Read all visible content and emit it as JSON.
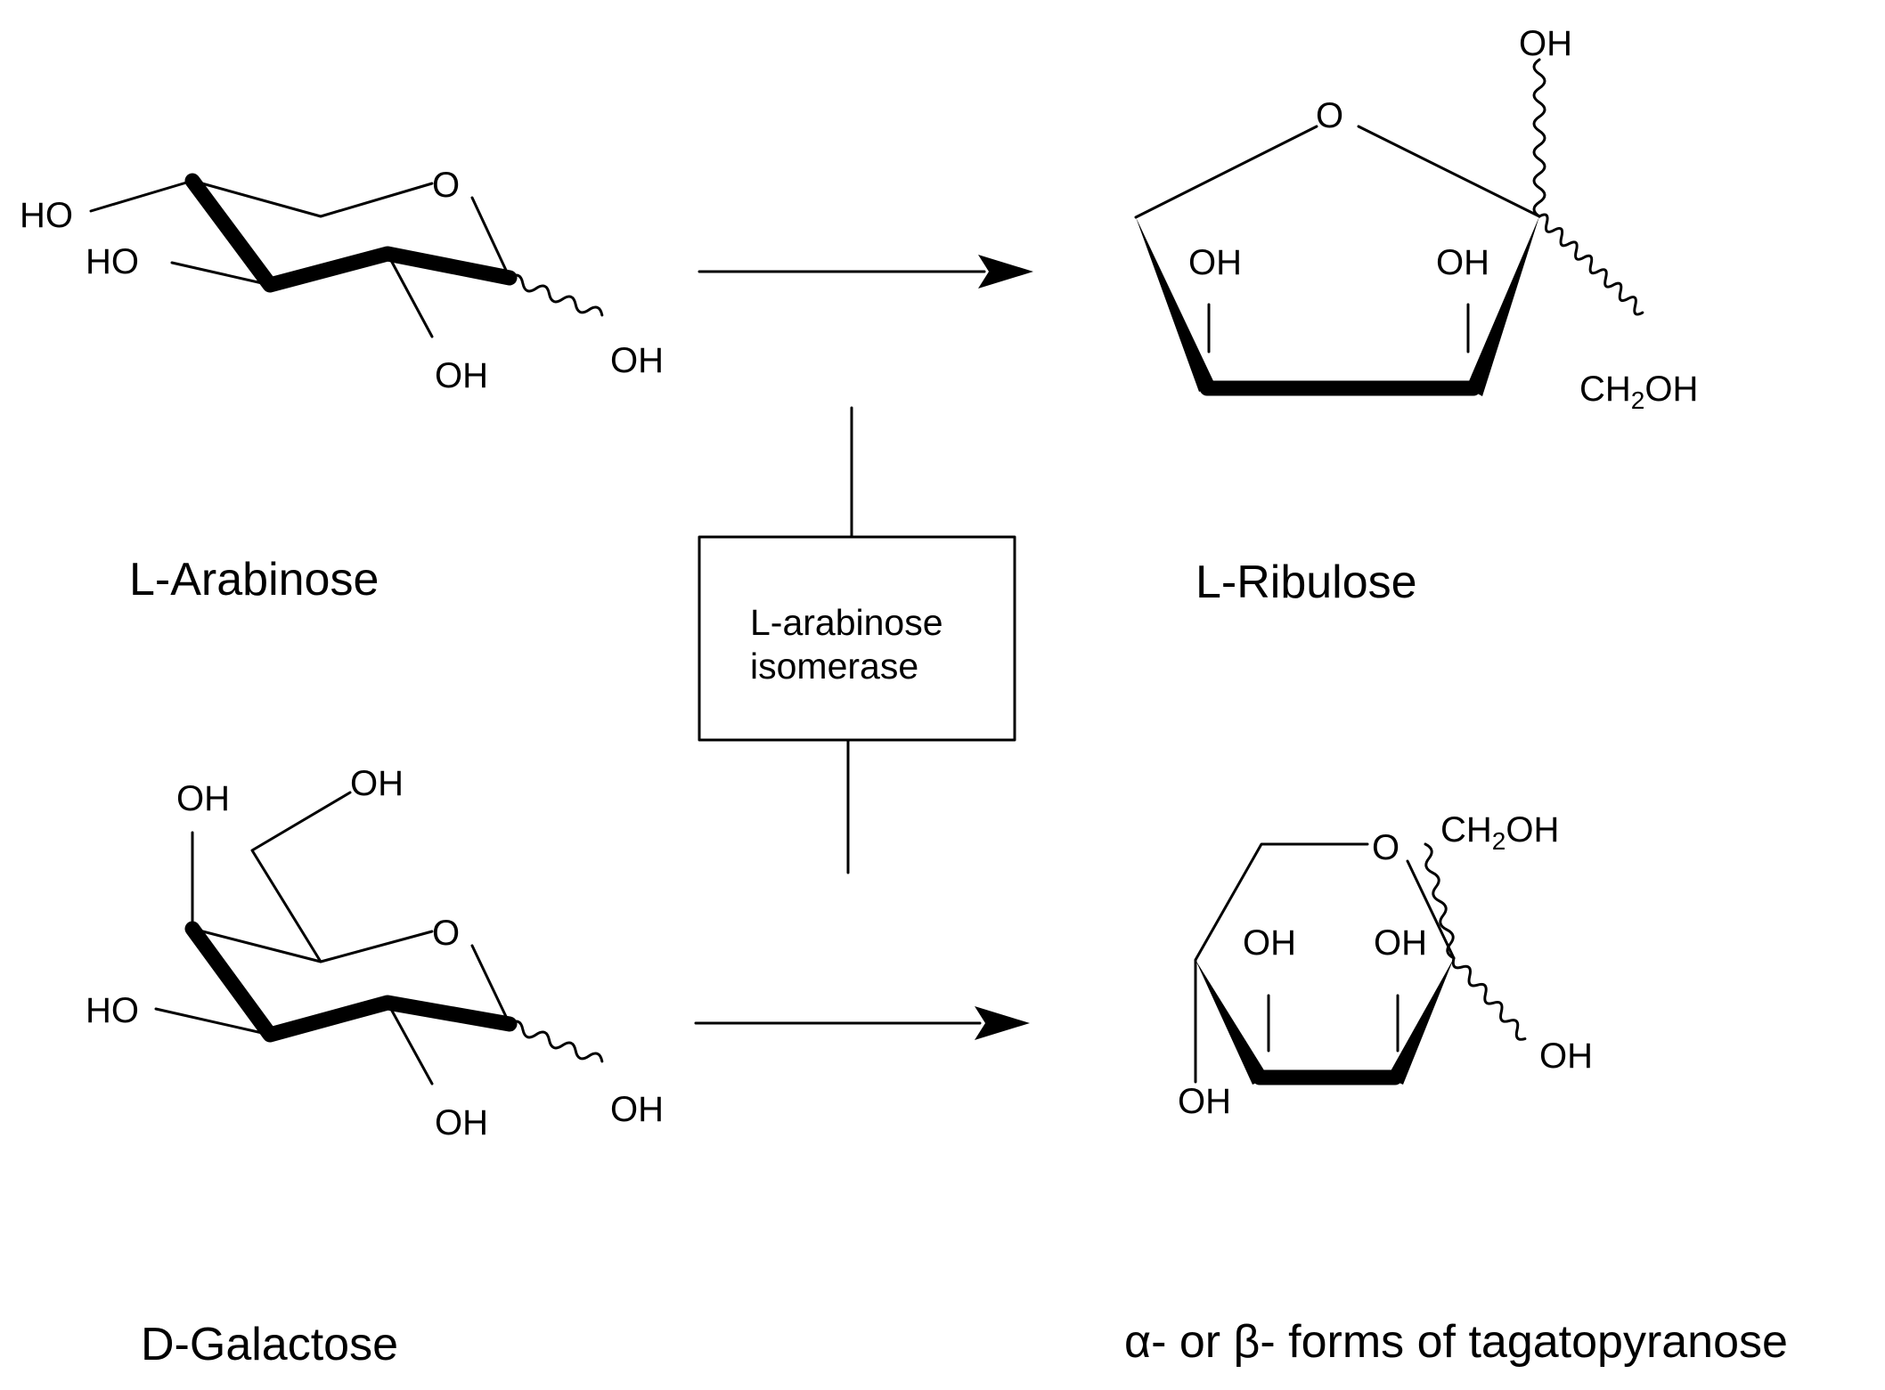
{
  "diagram": {
    "reactions": [
      {
        "substrate": "L-Arabinose",
        "product": "L-Ribulose"
      },
      {
        "substrate": "D-Galactose",
        "product": "α- or β- forms of tagatopyranose"
      }
    ],
    "enzyme": {
      "line1": "L-arabinose",
      "line2": "isomerase"
    },
    "atoms": {
      "ring_oxygen": "O",
      "hydroxyl": "OH",
      "hydroxyl_left": "HO",
      "ch2_prefix": "CH",
      "ch2_subscript": "2",
      "ch2_suffix": "OH"
    }
  }
}
